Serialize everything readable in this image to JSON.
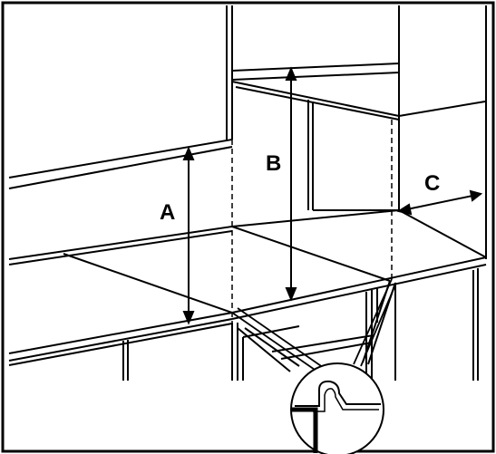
{
  "diagram": {
    "labels": {
      "a": "A",
      "b": "B",
      "c": "C"
    },
    "colors": {
      "line": "#000000",
      "background": "#ffffff"
    }
  }
}
